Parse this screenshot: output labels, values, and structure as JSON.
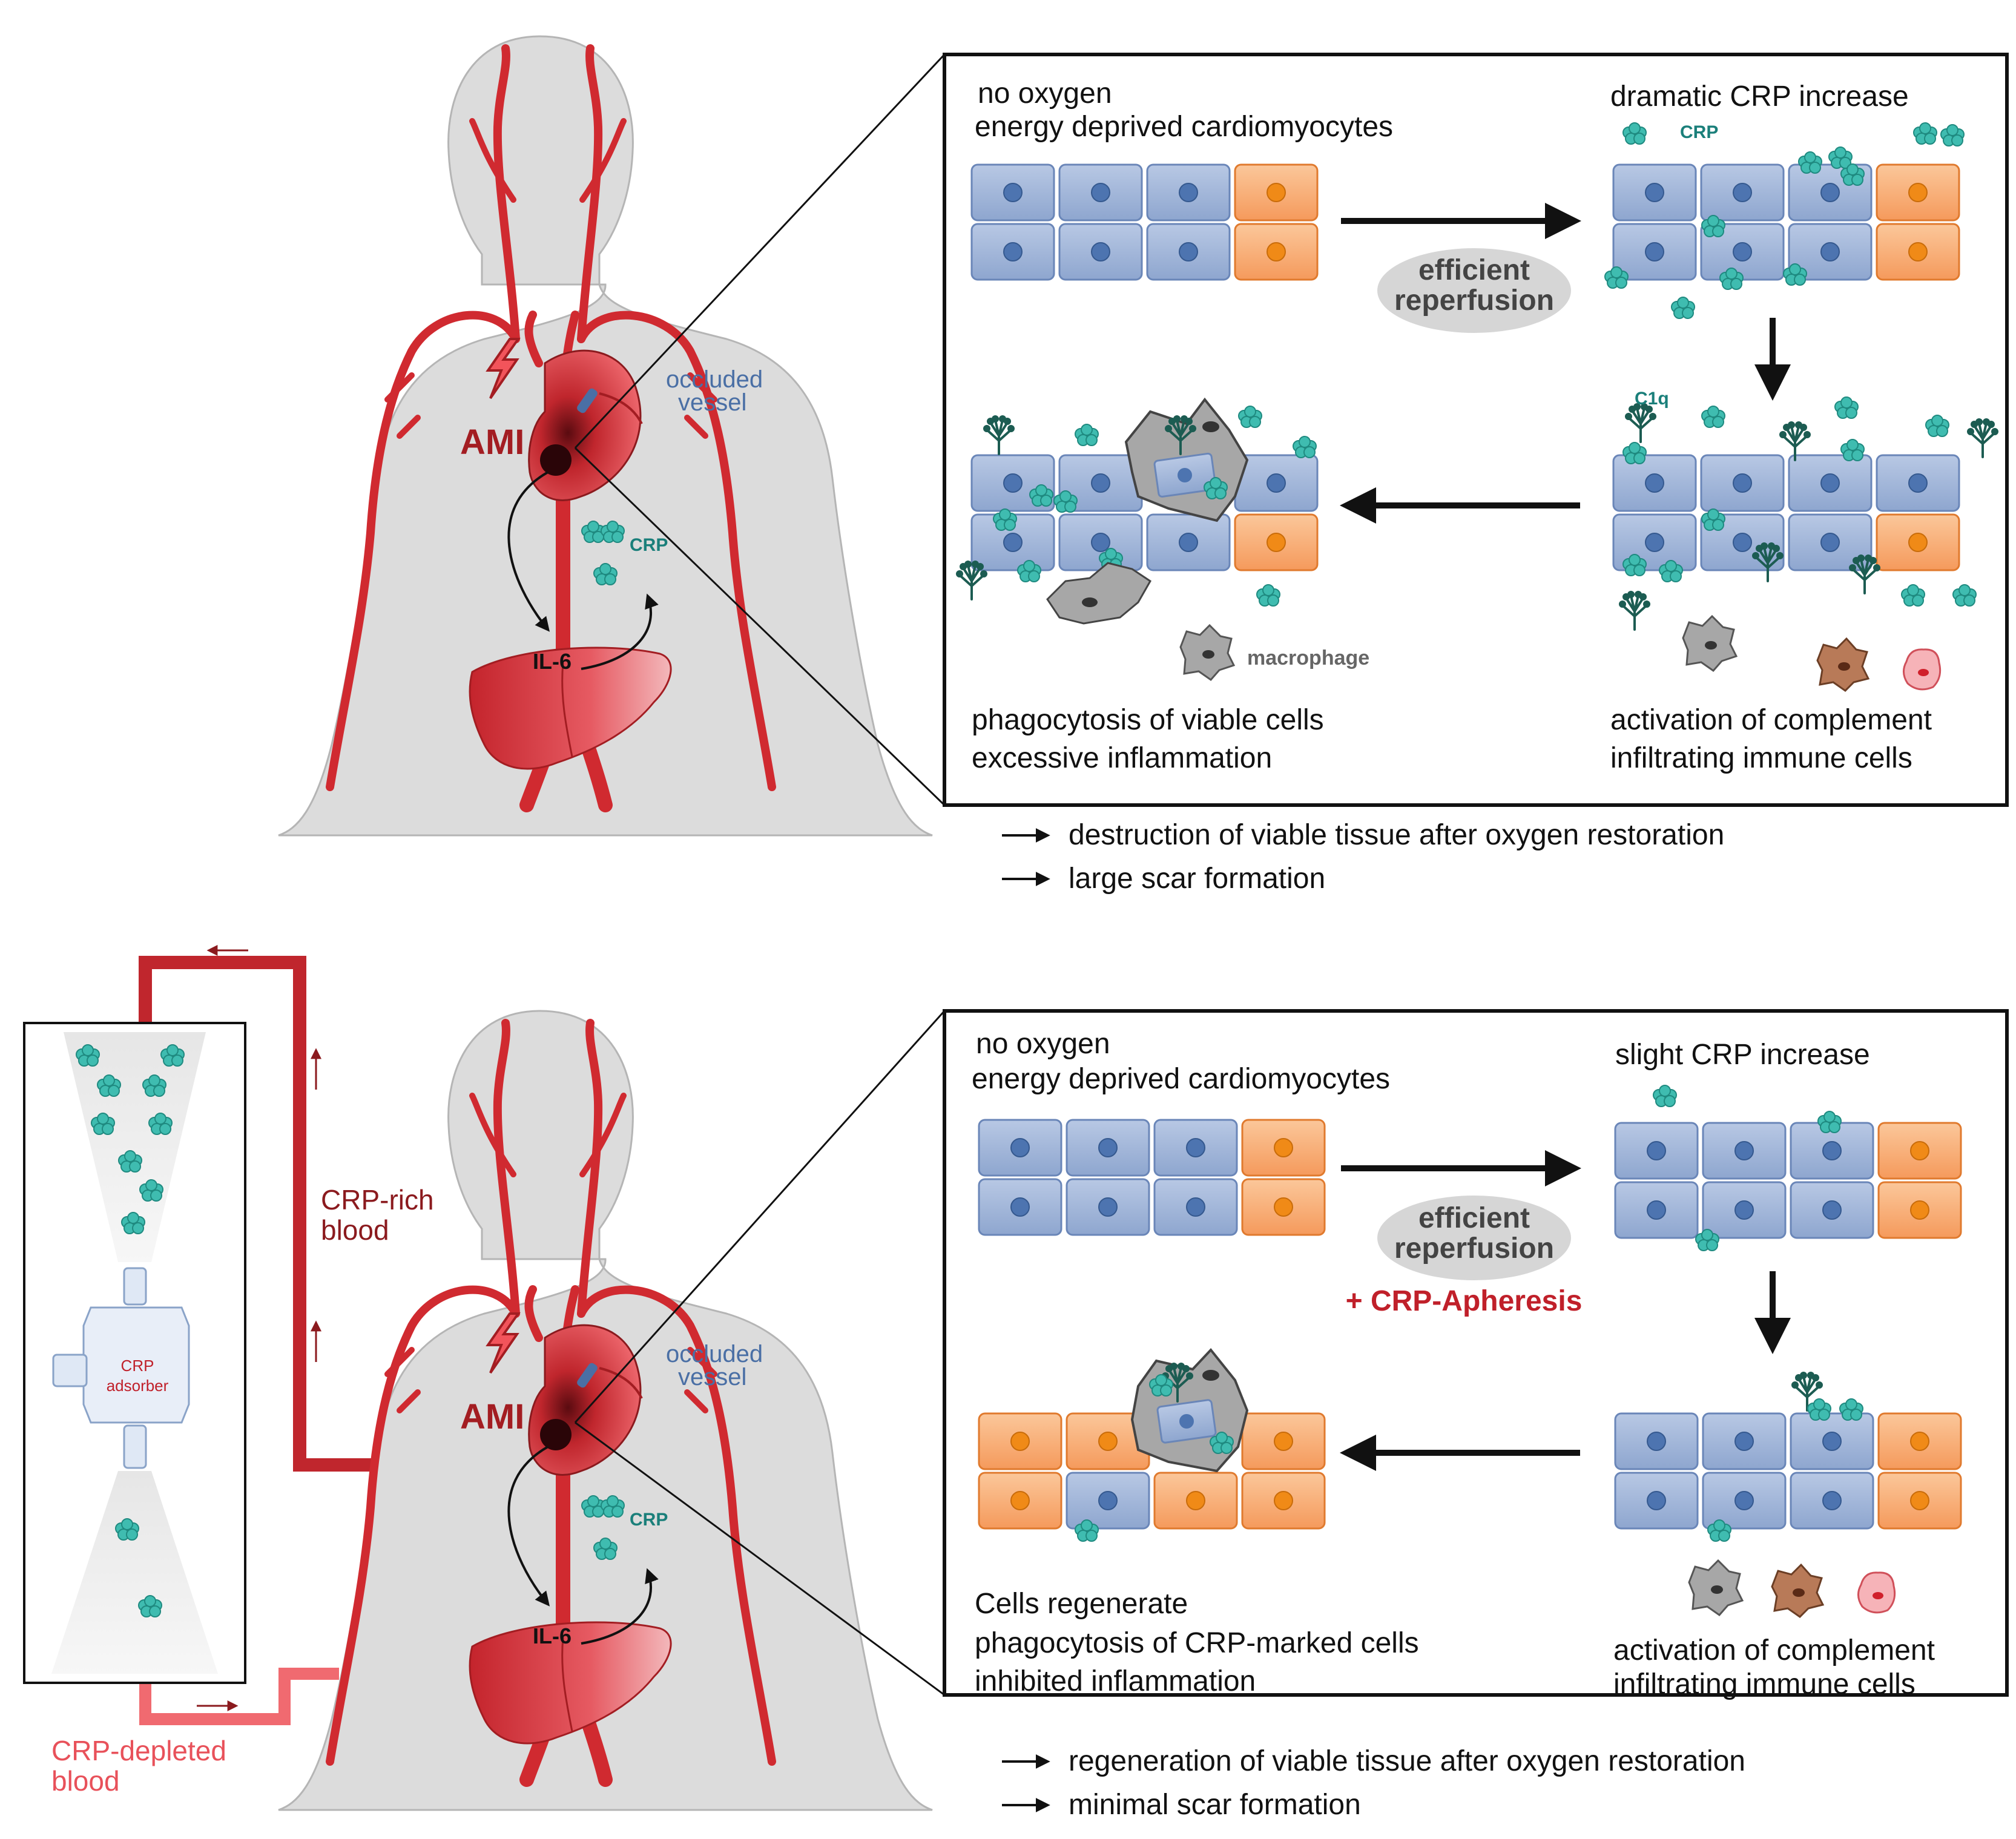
{
  "colors": {
    "body_silhouette": "#dcdcdc",
    "artery": "#d02a30",
    "viable_cell": "#9fb4d6",
    "regenerating_cell": "#f6a36b",
    "crp_protein": "#3fbcb0",
    "crp_label": "#1a7f7a",
    "ami_label": "#a31d22",
    "vessel_label": "#4a6fa5",
    "apheresis_label": "#c0202a",
    "crp_rich_blood": "#8b1a1e",
    "crp_depleted_blood": "#e8515a"
  },
  "top": {
    "ami_label": "AMI",
    "occluded_label_line1": "occluded",
    "occluded_label_line2": "vessel",
    "crp_label": "CRP",
    "il6_label": "IL-6",
    "box": {
      "step1_line1": "no oxygen",
      "step1_line2": "energy deprived cardiomyocytes",
      "step2_line1": "dramatic CRP increase",
      "step2_crp_label": "CRP",
      "reperfusion_line1": "efficient",
      "reperfusion_line2": "reperfusion",
      "c1q_label": "C1q",
      "step3_line1": "activation of complement",
      "step3_line2": "infiltrating immune cells",
      "step4_line1": "phagocytosis of viable cells",
      "step4_line2": "excessive inflammation",
      "macrophage_label": "macrophage"
    },
    "outcomes": [
      "destruction of viable tissue after oxygen restoration",
      "large scar formation"
    ]
  },
  "bottom": {
    "ami_label": "AMI",
    "occluded_label_line1": "occluded",
    "occluded_label_line2": "vessel",
    "crp_label": "CRP",
    "il6_label": "IL-6",
    "crp_rich_line1": "CRP-rich",
    "crp_rich_line2": "blood",
    "crp_depleted_line1": "CRP-depleted",
    "crp_depleted_line2": "blood",
    "adsorber_line1": "CRP",
    "adsorber_line2": "adsorber",
    "box": {
      "step1_line1": "no oxygen",
      "step1_line2": "energy deprived cardiomyocytes",
      "step2_line1": "slight CRP increase",
      "reperfusion_line1": "efficient",
      "reperfusion_line2": "reperfusion",
      "apheresis_label": "+ CRP-Apheresis",
      "step3_line1": "activation of complement",
      "step3_line2": "infiltrating immune cells",
      "step4_line1": "Cells regenerate",
      "step4_line2": "phagocytosis of CRP-marked cells",
      "step4_line3": "inhibited inflammation"
    },
    "outcomes": [
      "regeneration of viable tissue after oxygen restoration",
      "minimal scar formation"
    ]
  }
}
